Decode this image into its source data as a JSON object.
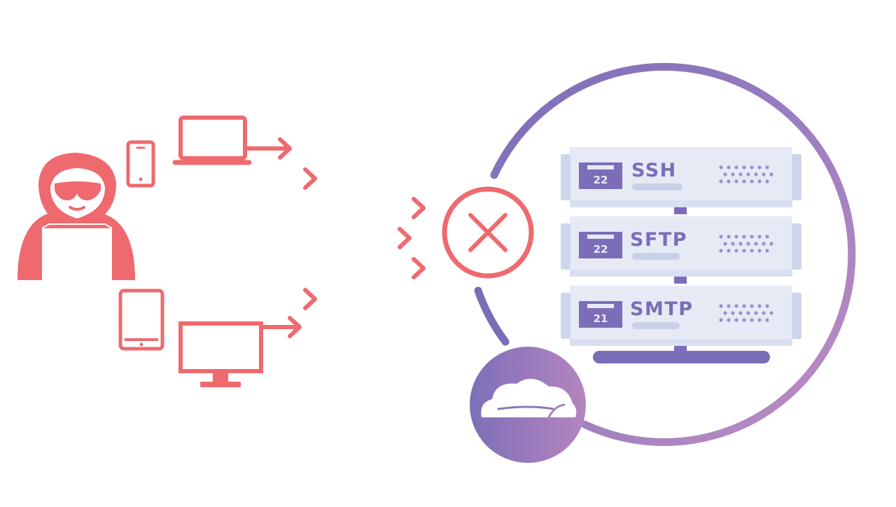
{
  "colors": {
    "attack_red": "#ee6a6f",
    "purple": "#7b6db8",
    "violet_mid": "#9a7ec0",
    "pink_purple": "#b585bf",
    "server_panel": "#e5eaf5",
    "server_edge": "#cdd6ea",
    "white": "#ffffff"
  },
  "icons": {
    "attacker": "hooded-hacker-icon",
    "devices": [
      "laptop-icon",
      "smartphone-icon",
      "tablet-icon",
      "desktop-monitor-icon"
    ],
    "block": "x-block-icon",
    "protection": "cloud-icon",
    "server": "server-rack-icon",
    "port": "ethernet-port-icon"
  },
  "services": [
    {
      "label": "SSH",
      "port": "22"
    },
    {
      "label": "SFTP",
      "port": "22"
    },
    {
      "label": "SMTP",
      "port": "21"
    }
  ]
}
